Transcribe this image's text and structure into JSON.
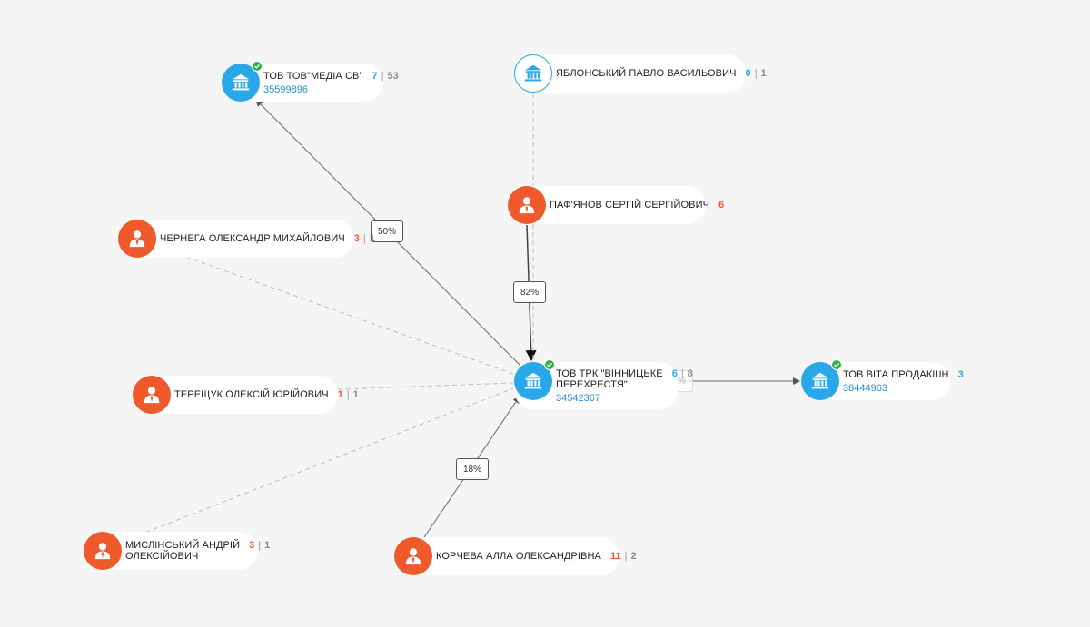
{
  "colors": {
    "company": "#2aa7e8",
    "person": "#ef5a2c",
    "verified": "#2fb24c",
    "edge": "#666666",
    "dashed_edge": "#bcbcbc"
  },
  "nodes": [
    {
      "id": "media-sv",
      "type": "company",
      "icon": "bank-icon",
      "verified": true,
      "name": "ТОВ ТОВ\"МЕДІА СВ\"",
      "count1": "7",
      "count2": "53",
      "code": "35599896"
    },
    {
      "id": "yablonsky",
      "type": "company-outline",
      "icon": "bank-icon",
      "verified": false,
      "name": "ЯБЛОНСЬКИЙ ПАВЛО ВАСИЛЬОВИЧ",
      "count1": "0",
      "count2": "1",
      "code": ""
    },
    {
      "id": "pafyanov",
      "type": "person",
      "icon": "person-icon",
      "verified": false,
      "name": "ПАФ'ЯНОВ СЕРГІЙ СЕРГІЙОВИЧ",
      "count1": "6",
      "count2": "",
      "code": ""
    },
    {
      "id": "chernega",
      "type": "person",
      "icon": "person-icon",
      "verified": false,
      "name": "ЧЕРНЕГА ОЛЕКСАНДР МИХАЙЛОВИЧ",
      "count1": "3",
      "count2": "1",
      "code": ""
    },
    {
      "id": "trk",
      "type": "company",
      "icon": "bank-icon",
      "verified": true,
      "name_lines": [
        "ТОВ ТРК \"ВІННИЦЬКЕ",
        "ПЕРЕХРЕСТЯ\""
      ],
      "count1": "6",
      "count2": "8",
      "code": "34542367"
    },
    {
      "id": "vita",
      "type": "company",
      "icon": "bank-icon",
      "verified": true,
      "name": "ТОВ ВІТА ПРОДАКШН",
      "count1": "3",
      "count2": "",
      "code": "38444963"
    },
    {
      "id": "tereshchuk",
      "type": "person",
      "icon": "person-icon",
      "verified": false,
      "name": "ТЕРЕЩУК ОЛЕКСІЙ ЮРІЙОВИЧ",
      "count1": "1",
      "count2": "1",
      "code": ""
    },
    {
      "id": "myslinsky",
      "type": "person",
      "icon": "person-icon",
      "verified": false,
      "name_lines": [
        "МИСЛІНСЬКИЙ АНДРІЙ",
        "ОЛЕКСІЙОВИЧ"
      ],
      "count1": "3",
      "count2": "1",
      "code": ""
    },
    {
      "id": "korcheva",
      "type": "person",
      "icon": "person-icon",
      "verified": false,
      "name": "КОРЧЕВА АЛЛА ОЛЕКСАНДРІВНА",
      "count1": "11",
      "count2": "2",
      "code": ""
    }
  ],
  "edges": [
    {
      "from": "trk",
      "to": "media-sv",
      "style": "solid",
      "arrow": "end",
      "label": "50%"
    },
    {
      "from": "pafyanov",
      "to": "trk",
      "style": "solid-bold",
      "arrow": "end",
      "label": "82%"
    },
    {
      "from": "korcheva",
      "to": "trk",
      "style": "solid",
      "arrow": "end",
      "label": "18%"
    },
    {
      "from": "trk",
      "to": "vita",
      "style": "solid",
      "arrow": "end",
      "label": "76%",
      "faded_label": true
    },
    {
      "from": "yablonsky",
      "to": "trk",
      "style": "dashed",
      "arrow": "none",
      "label": ""
    },
    {
      "from": "chernega",
      "to": "trk",
      "style": "dashed",
      "arrow": "none",
      "label": ""
    },
    {
      "from": "tereshchuk",
      "to": "trk",
      "style": "dashed",
      "arrow": "none",
      "label": ""
    },
    {
      "from": "myslinsky",
      "to": "trk",
      "style": "dashed",
      "arrow": "none",
      "label": ""
    }
  ]
}
